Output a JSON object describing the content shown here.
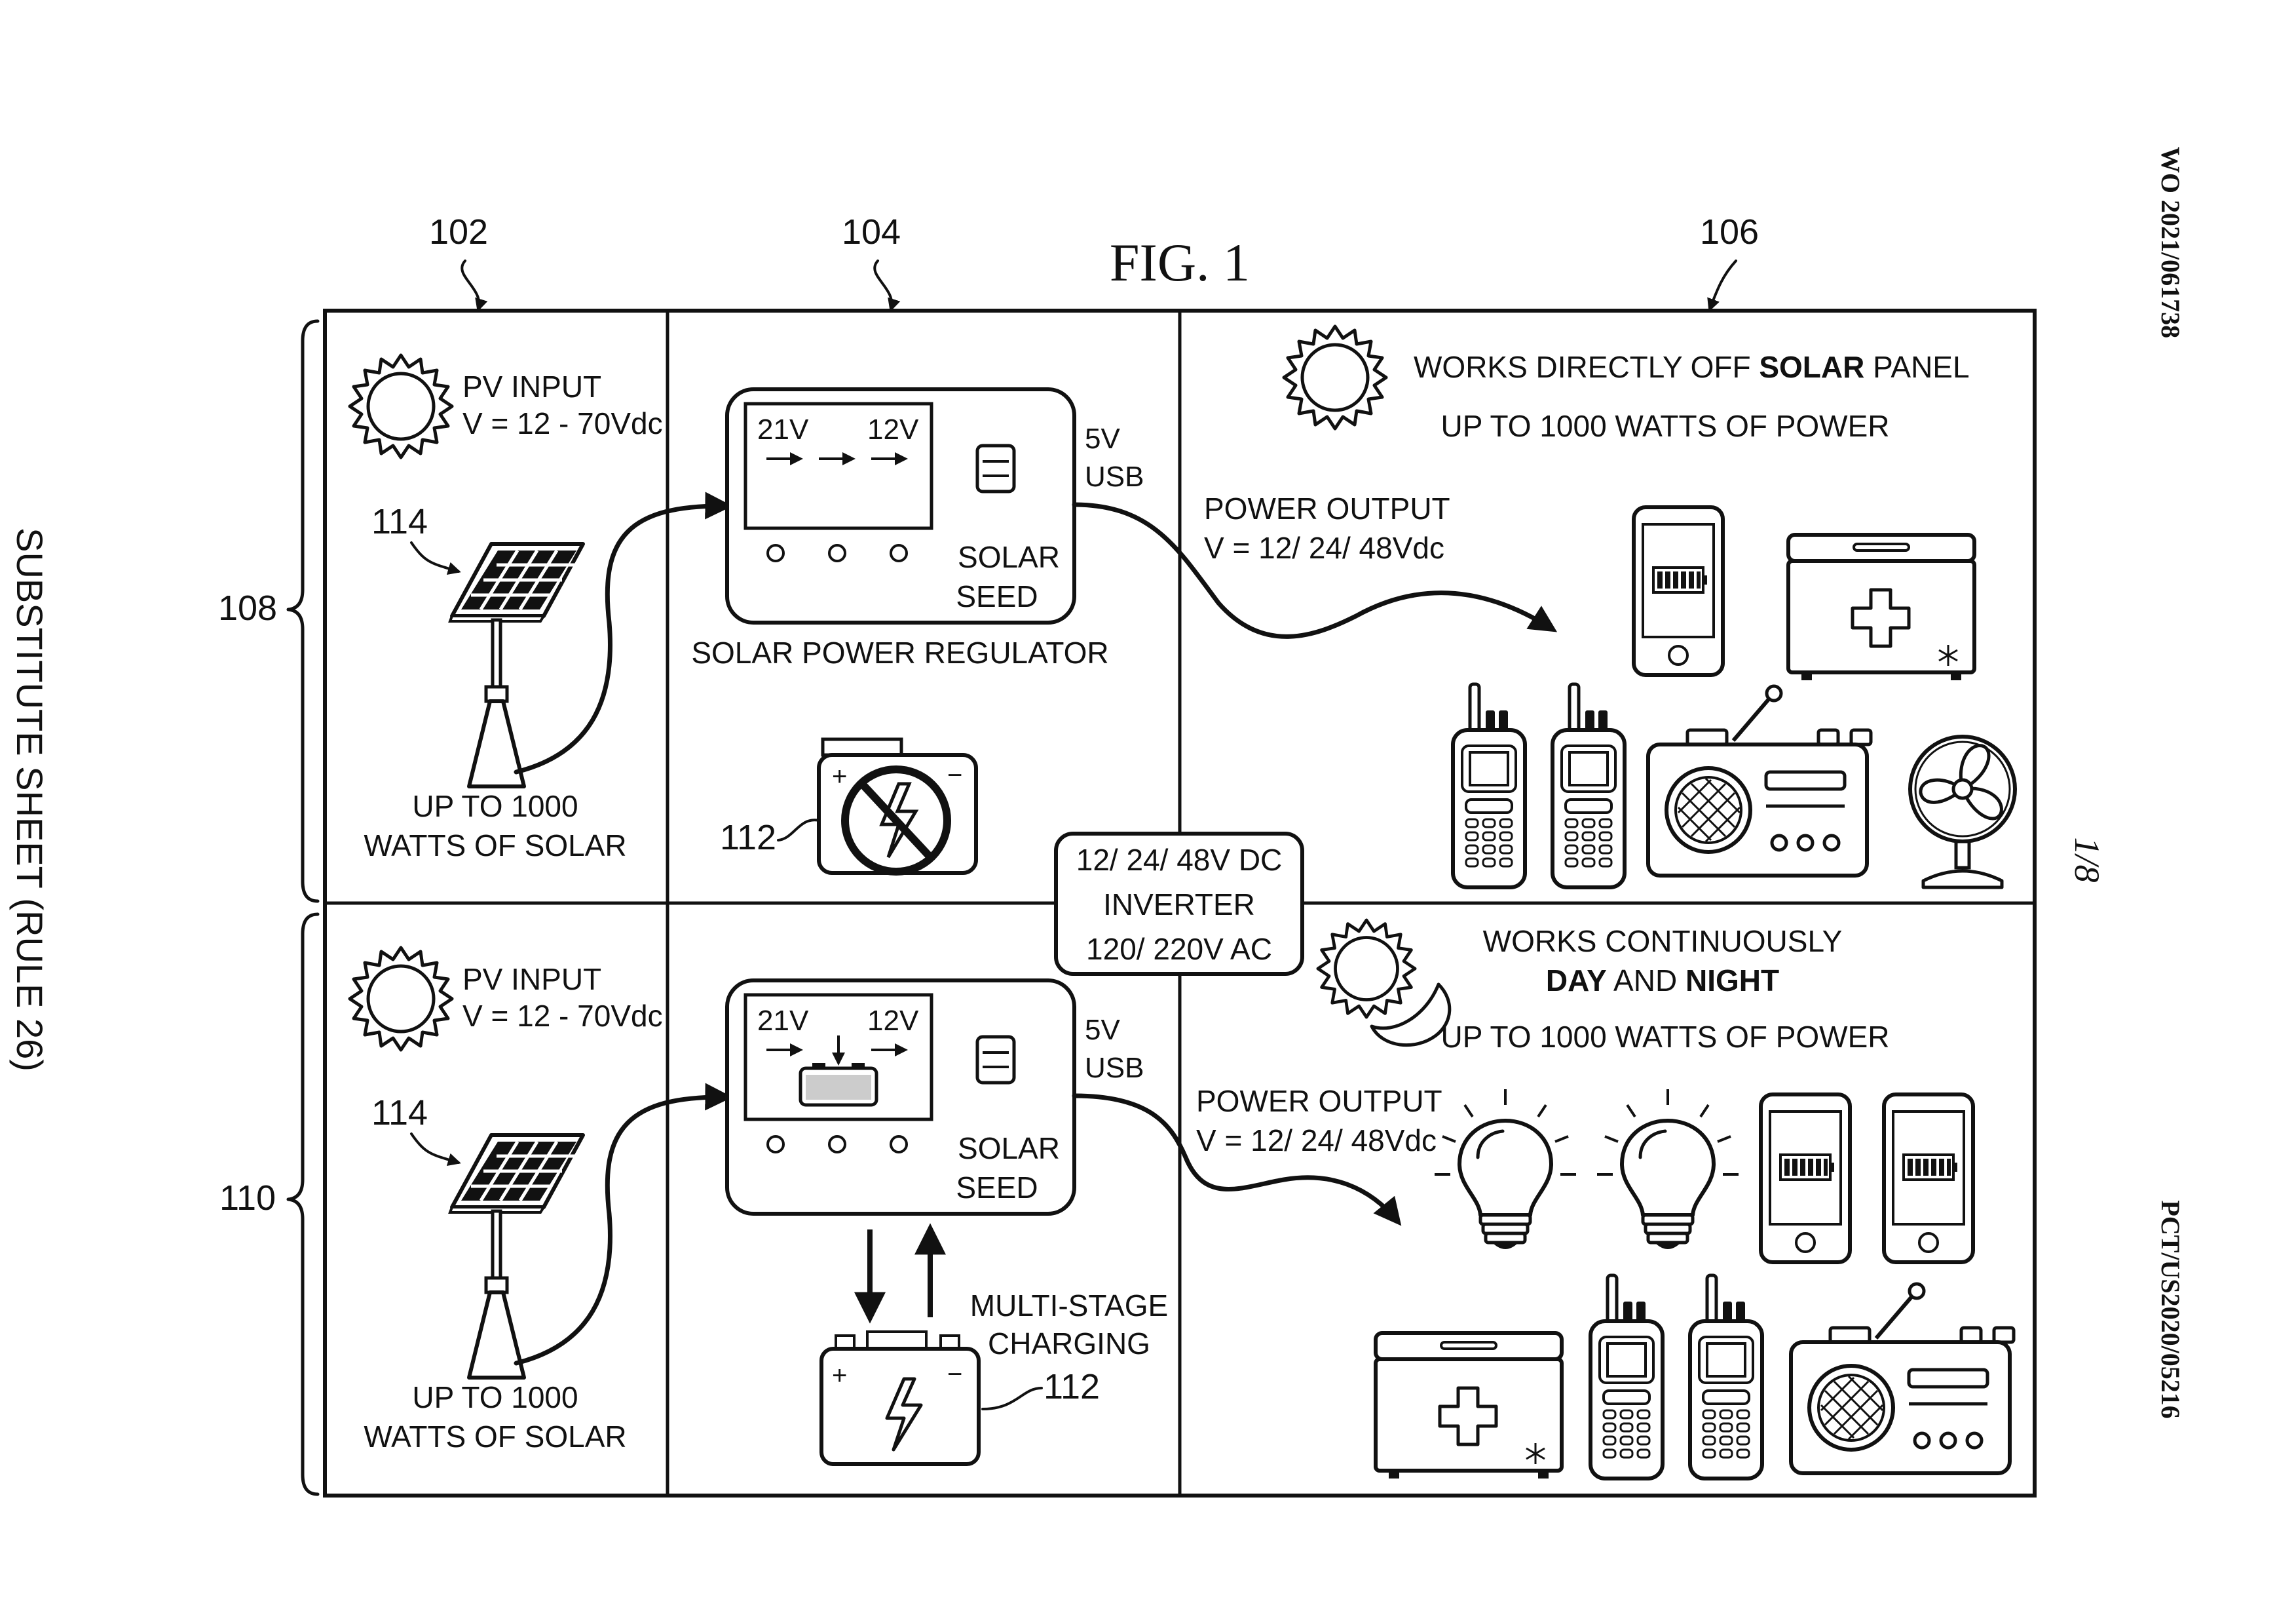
{
  "figure_title": "FIG. 1",
  "side_label": "SUBSTITUTE SHEET (RULE 26)",
  "publication_number": "WO 2021/061738",
  "application_number": "PCT/US2020/05216",
  "sheet_number": "1/8",
  "refs": {
    "col_pv": "102",
    "col_regulator": "104",
    "col_output": "106",
    "row_direct": "108",
    "row_continuous": "110",
    "battery": "112",
    "panel": "114"
  },
  "top_row": {
    "pv_line1": "PV INPUT",
    "pv_line2": "V = 12 - 70Vdc",
    "solar_line1": "UP TO 1000",
    "solar_line2": "WATTS OF SOLAR",
    "reg_v_in": "21V",
    "reg_v_out": "12V",
    "reg_name1": "SOLAR",
    "reg_name2": "SEED",
    "usb1": "5V",
    "usb2": "USB",
    "regulator_caption": "SOLAR POWER REGULATOR",
    "out_line1": "POWER OUTPUT",
    "out_line2": "V = 12/ 24/ 48Vdc",
    "works_prefix": "WORKS DIRECTLY OFF ",
    "works_bold": "SOLAR",
    "works_suffix": " PANEL",
    "watts": "UP TO 1000 WATTS OF POWER"
  },
  "inverter": {
    "line1": "12/ 24/ 48V DC",
    "line2": "INVERTER",
    "line3": "120/ 220V AC"
  },
  "bottom_row": {
    "pv_line1": "PV INPUT",
    "pv_line2": "V = 12 - 70Vdc",
    "solar_line1": "UP TO 1000",
    "solar_line2": "WATTS OF SOLAR",
    "reg_v_in": "21V",
    "reg_v_out": "12V",
    "reg_name1": "SOLAR",
    "reg_name2": "SEED",
    "usb1": "5V",
    "usb2": "USB",
    "charging1": "MULTI-STAGE",
    "charging2": "CHARGING",
    "out_line1": "POWER OUTPUT",
    "out_line2": "V = 12/ 24/ 48Vdc",
    "works_line1": "WORKS CONTINUOUSLY",
    "day_bold": "DAY",
    "and_text": " AND ",
    "night_bold": "NIGHT",
    "watts": "UP TO 1000 WATTS OF POWER"
  }
}
